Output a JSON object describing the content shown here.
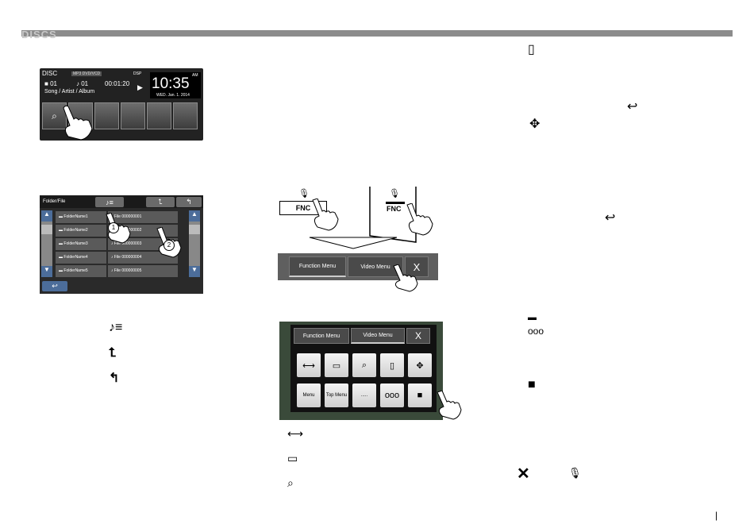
{
  "header": {
    "section_title": "DISCS"
  },
  "disc_screen": {
    "source": "DISC",
    "format_badge": "MP3 DVD/VCD",
    "dsp_label": "DSP",
    "folder_no": "01",
    "track_no": "01",
    "time": "00:01:20",
    "tags": "Song / Artist / Album",
    "clock": "10:35",
    "date": "WED. Jan. 1. 2014",
    "ampm": "AM"
  },
  "folder_screen": {
    "title": "Folder/File",
    "folders": [
      "FolderName1",
      "FolderName2",
      "FolderName3",
      "FolderName4",
      "FolderName5"
    ],
    "files": [
      "File 000000001",
      "File 000000002",
      "File 000000003",
      "File 000000004",
      "File 000000005"
    ],
    "callouts": [
      "1",
      "2"
    ]
  },
  "fnc": {
    "mic_left": "FNC",
    "mic_right": "FNC"
  },
  "function_bar": {
    "function_menu": "Function Menu",
    "video_menu": "Video Menu",
    "close": "X"
  },
  "video_panel": {
    "function_menu": "Function Menu",
    "video_menu": "Video Menu",
    "close": "X",
    "menu": "Menu",
    "top_menu": "Top Menu",
    "subtitle_dots": "....."
  },
  "legend_left": [
    {
      "icon": "music-list-icon"
    },
    {
      "icon": "folder-up-icon"
    },
    {
      "icon": "folder-back-icon"
    }
  ],
  "legend_mid": [
    {
      "icon": "aspect-icon"
    },
    {
      "icon": "picture-adjust-icon"
    },
    {
      "icon": "zoom-icon"
    }
  ],
  "page_number_bar": "|"
}
